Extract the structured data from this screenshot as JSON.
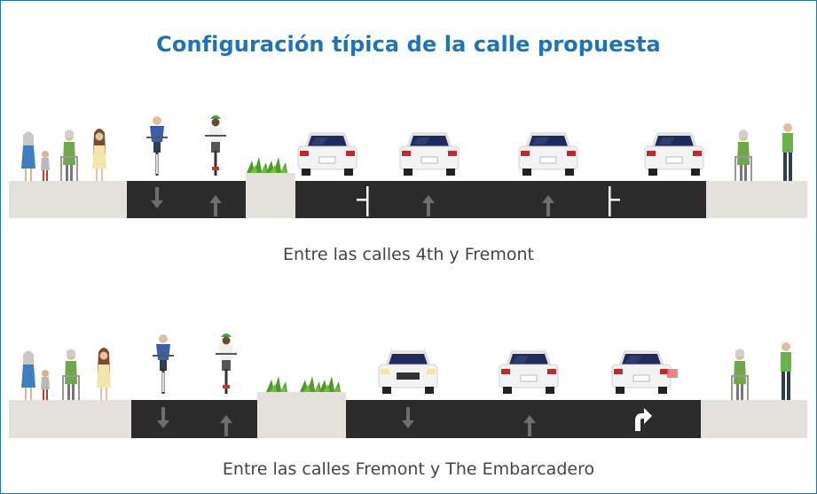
{
  "title": "Configuración típica de la calle propuesta",
  "sections": [
    {
      "caption": "Entre las calles 4th y Fremont"
    },
    {
      "caption": "Entre las calles Fremont y The Embarcadero"
    }
  ],
  "colors": {
    "frame": "#1f77b4",
    "title": "#1b75bb",
    "sidewalk": "#e4e1dd",
    "road": "#2b2b2b",
    "arrow": "#6e6e6e",
    "car": "#f3f3f3",
    "plant": "#4f9a2e"
  }
}
